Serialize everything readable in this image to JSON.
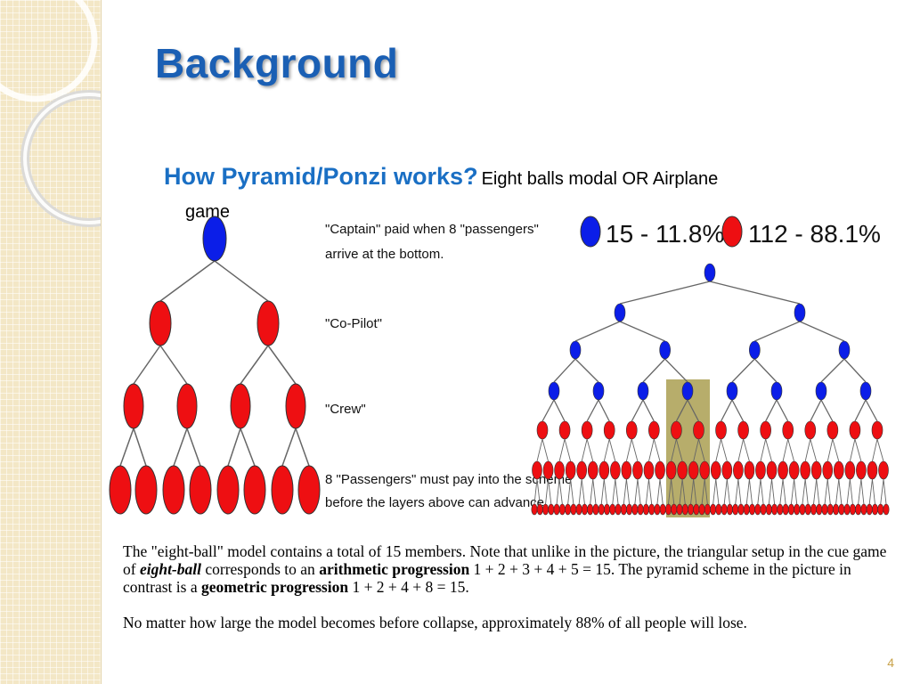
{
  "slide": {
    "title": "Background",
    "heading": "How Pyramid/Ponzi works?",
    "heading_rest": "Eight balls modal OR Airplane",
    "heading_cont": "game",
    "page_number": "4"
  },
  "left_diagram": {
    "label_captain_1": "\"Captain\" paid when 8 \"passengers\"",
    "label_captain_2": "arrive at the bottom.",
    "label_copilot": "\"Co-Pilot\"",
    "label_crew": "\"Crew\"",
    "label_passengers_1": "8 \"Passengers\" must pay into the scheme",
    "label_passengers_2": "before the layers above can advance.",
    "colors": {
      "captain": "#0b1ee8",
      "member": "#ee0f12"
    }
  },
  "right_diagram": {
    "legend_blue": "15 - 11.8%",
    "legend_red": "112 - 88.1%",
    "colors": {
      "blue": "#0b1ee8",
      "red": "#ee0f12",
      "highlight": "#b7ad6b"
    }
  },
  "body": {
    "p1_a": "The \"eight-ball\" model contains a total of 15 members. Note that unlike in the picture, the triangular setup in the cue game of ",
    "p1_b": "eight-ball",
    "p1_c": " corresponds to an ",
    "p1_d": "arithmetic progression",
    "p1_e": " 1 + 2 + 3 + 4 + 5 = 15. The pyramid scheme in the picture in contrast is a ",
    "p1_f": "geometric progression",
    "p1_g": " 1 + 2 + 4 + 8 = 15.",
    "p2": "No matter how large the model becomes before collapse, approximately 88% of all people will lose."
  }
}
